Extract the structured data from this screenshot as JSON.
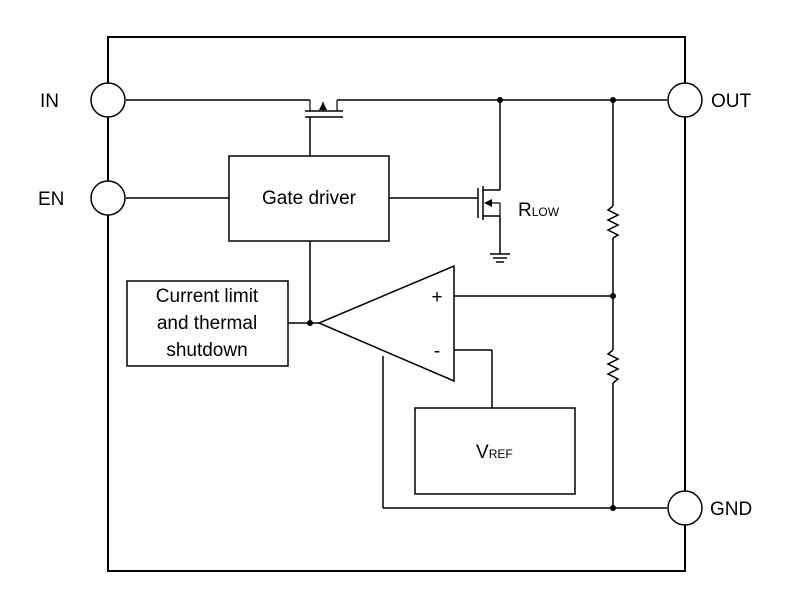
{
  "pins": {
    "in": "IN",
    "en": "EN",
    "out": "OUT",
    "gnd": "GND"
  },
  "blocks": {
    "gate_driver": "Gate driver",
    "current_limit": [
      "Current limit",
      "and thermal",
      "shutdown"
    ]
  },
  "vref": {
    "main": "V",
    "sub": "REF"
  },
  "rlow": {
    "main": "R",
    "sub": "LOW"
  },
  "amp": {
    "plus": "+",
    "minus": "-"
  }
}
